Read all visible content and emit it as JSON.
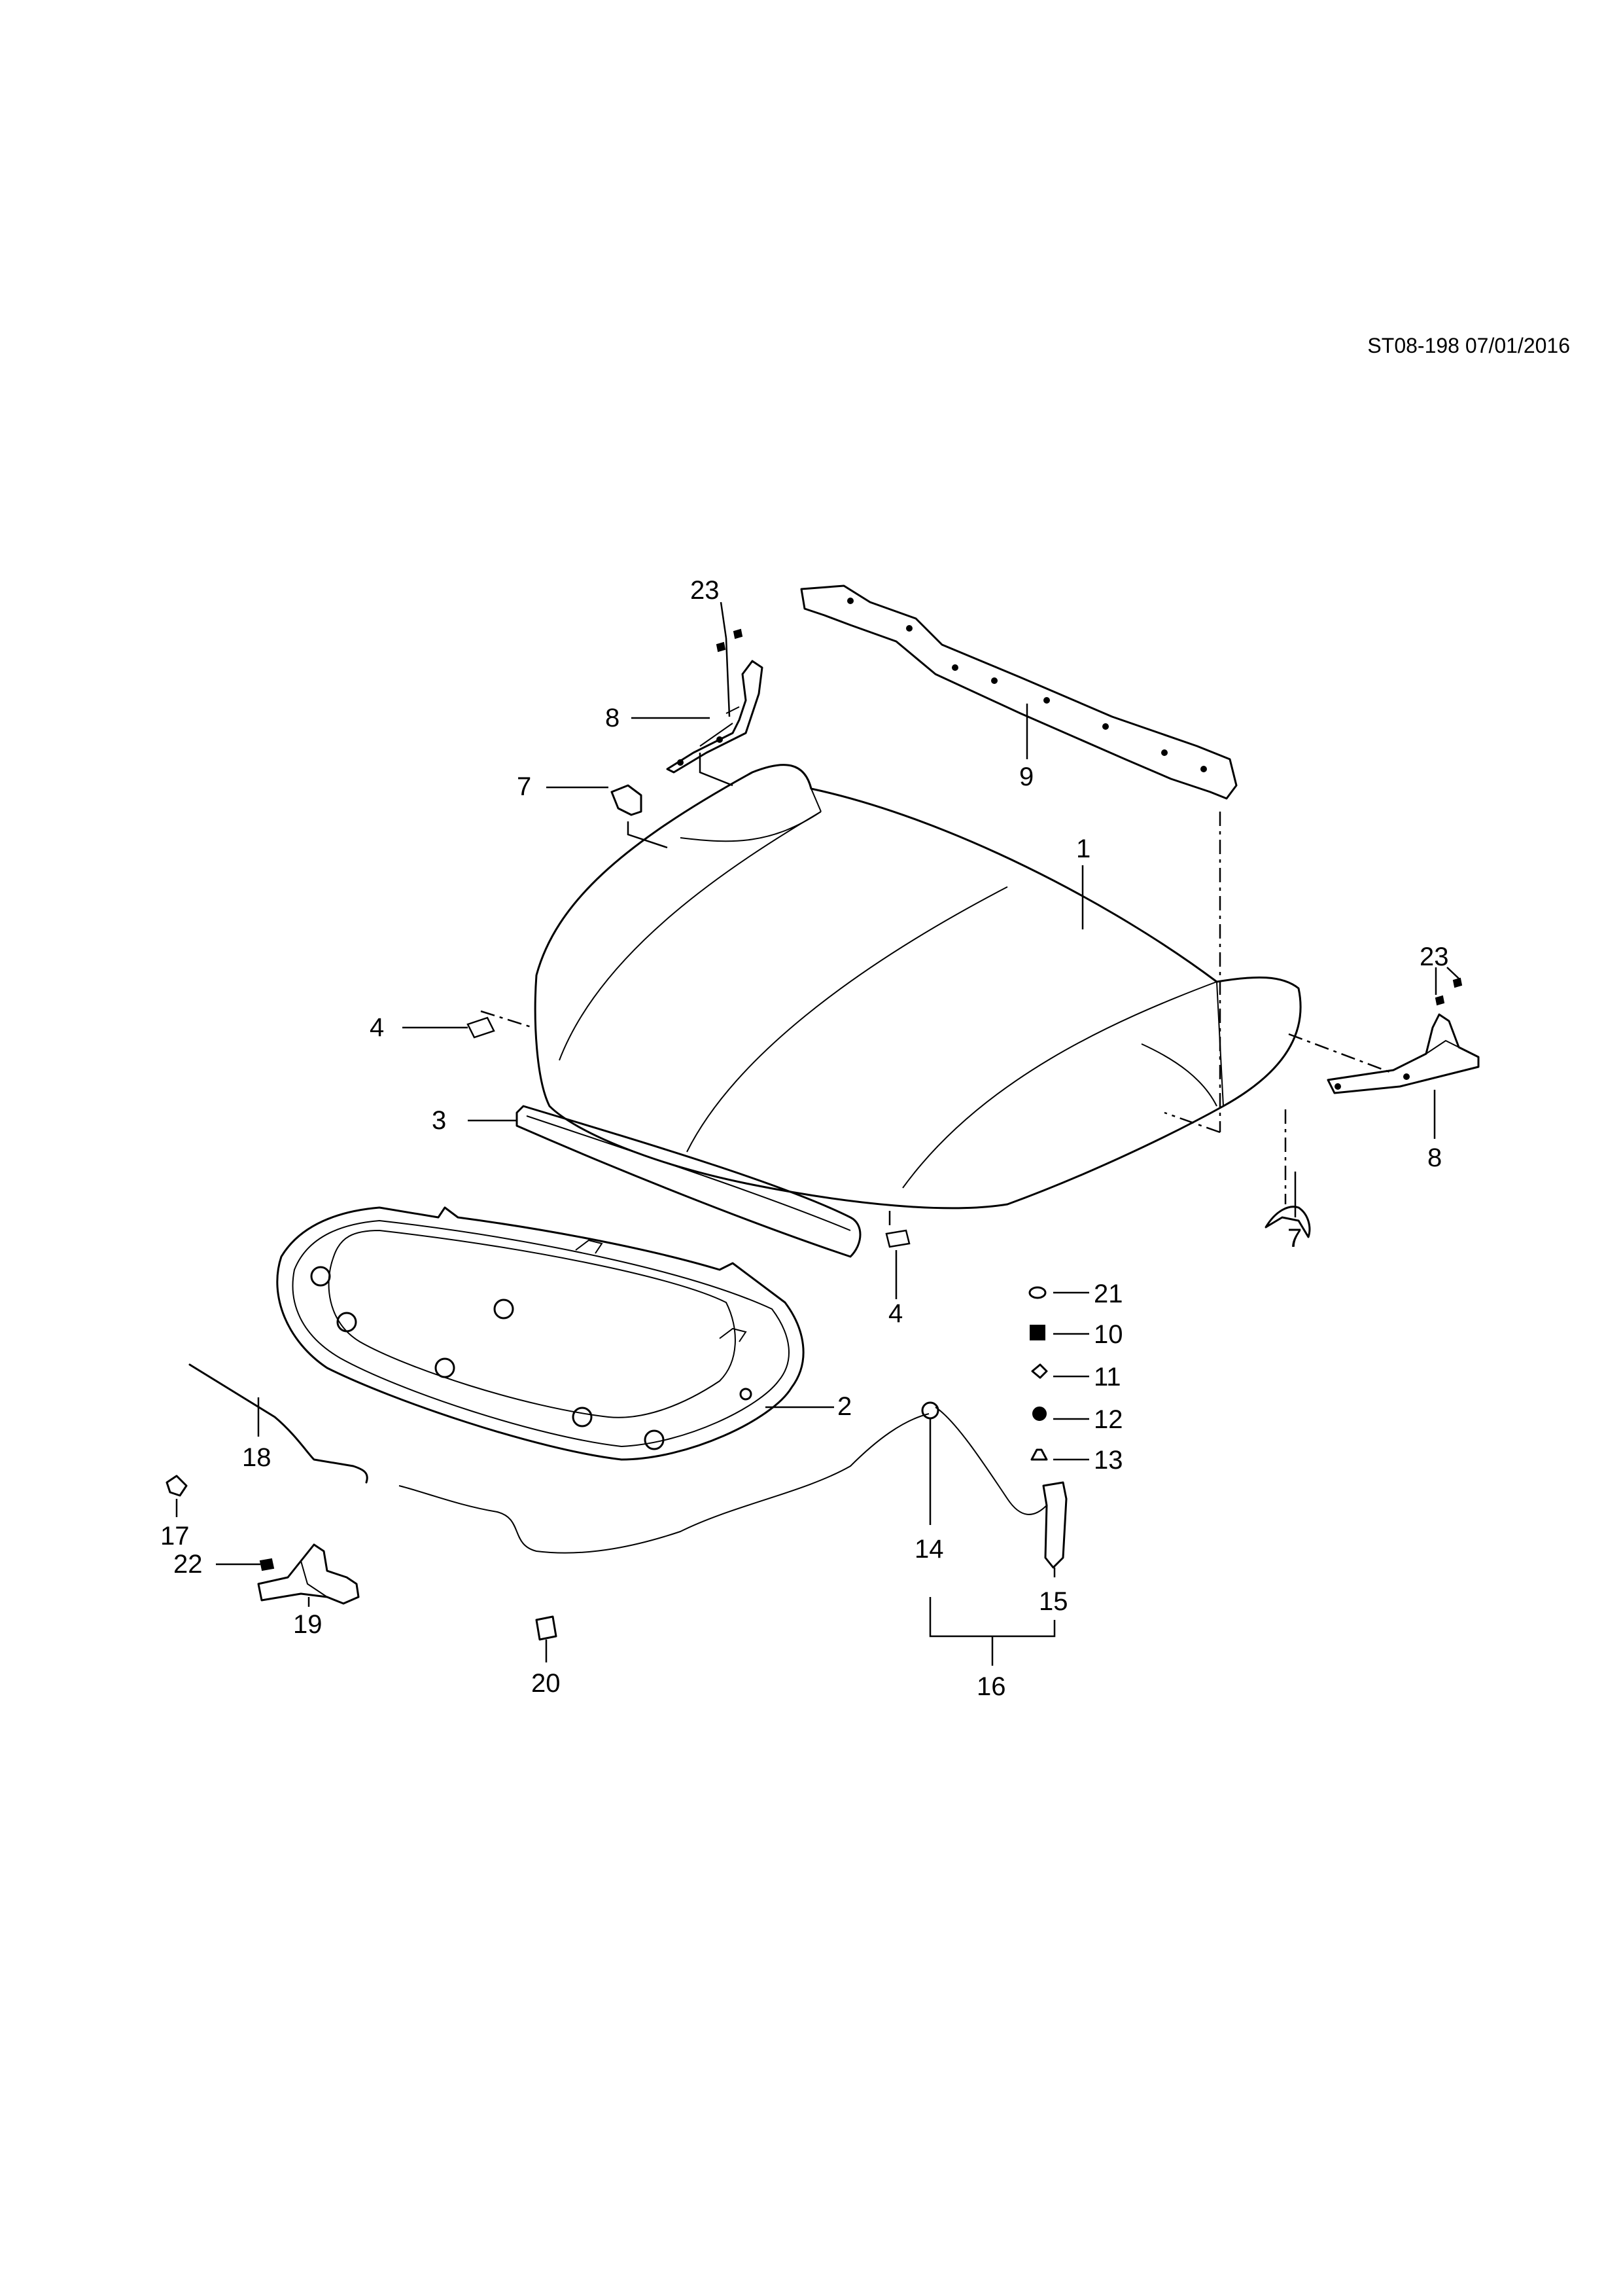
{
  "document_ref": "ST08-198 07/01/2016",
  "callouts": {
    "c1": "1",
    "c2": "2",
    "c3": "3",
    "c4a": "4",
    "c4b": "4",
    "c7a": "7",
    "c7b": "7",
    "c8a": "8",
    "c8b": "8",
    "c9": "9",
    "c10": "10",
    "c11": "11",
    "c12": "12",
    "c13": "13",
    "c14": "14",
    "c15": "15",
    "c16": "16",
    "c17": "17",
    "c18": "18",
    "c19": "19",
    "c20": "20",
    "c21": "21",
    "c22": "22",
    "c23a": "23",
    "c23b": "23"
  }
}
